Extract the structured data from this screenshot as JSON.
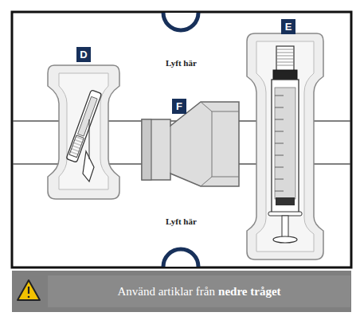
{
  "diagram": {
    "nodes": [
      {
        "text": [
          "D"
        ]
      },
      {
        "text": [
          "E"
        ]
      },
      {
        "text": [
          "F"
        ]
      },
      {
        "text": [
          "Använd artiklar från",
          "nedre tråget"
        ]
      }
    ],
    "labels": [
      "Lyft här",
      "Lyft här"
    ]
  }
}
